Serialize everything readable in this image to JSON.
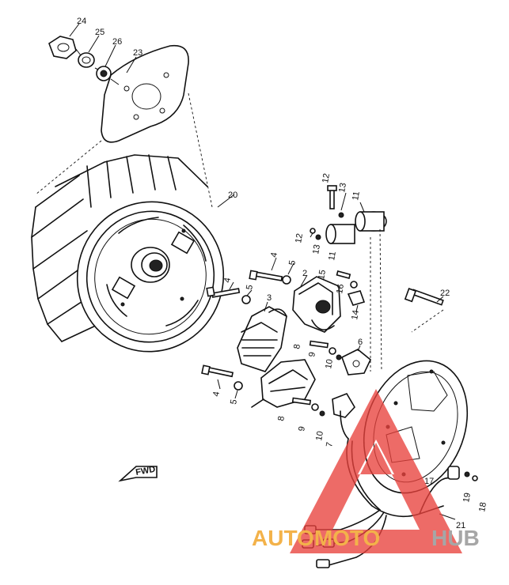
{
  "diagram": {
    "part_labels": [
      {
        "id": "lbl-24",
        "text": "24"
      },
      {
        "id": "lbl-25",
        "text": "25"
      },
      {
        "id": "lbl-26",
        "text": "26"
      },
      {
        "id": "lbl-23",
        "text": "23"
      },
      {
        "id": "lbl-20",
        "text": "20"
      },
      {
        "id": "lbl-12a",
        "text": "12"
      },
      {
        "id": "lbl-13a",
        "text": "13"
      },
      {
        "id": "lbl-11a",
        "text": "11"
      },
      {
        "id": "lbl-12b",
        "text": "12"
      },
      {
        "id": "lbl-13b",
        "text": "13"
      },
      {
        "id": "lbl-11b",
        "text": "11"
      },
      {
        "id": "lbl-4a",
        "text": "4"
      },
      {
        "id": "lbl-5a",
        "text": "5"
      },
      {
        "id": "lbl-2",
        "text": "2"
      },
      {
        "id": "lbl-4b",
        "text": "4"
      },
      {
        "id": "lbl-5b",
        "text": "5"
      },
      {
        "id": "lbl-3",
        "text": "3"
      },
      {
        "id": "lbl-15",
        "text": "15"
      },
      {
        "id": "lbl-16",
        "text": "16"
      },
      {
        "id": "lbl-14",
        "text": "14"
      },
      {
        "id": "lbl-22",
        "text": "22"
      },
      {
        "id": "lbl-8a",
        "text": "8"
      },
      {
        "id": "lbl-9a",
        "text": "9"
      },
      {
        "id": "lbl-10a",
        "text": "10"
      },
      {
        "id": "lbl-6",
        "text": "6"
      },
      {
        "id": "lbl-4c",
        "text": "4"
      },
      {
        "id": "lbl-5c",
        "text": "5"
      },
      {
        "id": "lbl-8b",
        "text": "8"
      },
      {
        "id": "lbl-9b",
        "text": "9"
      },
      {
        "id": "lbl-10b",
        "text": "10"
      },
      {
        "id": "lbl-7",
        "text": "7"
      },
      {
        "id": "lbl-17",
        "text": "17"
      },
      {
        "id": "lbl-19",
        "text": "19"
      },
      {
        "id": "lbl-18",
        "text": "18"
      },
      {
        "id": "lbl-21",
        "text": "21"
      }
    ],
    "direction_marker": "FWD"
  },
  "watermark": {
    "part1": "AUTOMOTO",
    "part2": "HUB",
    "color_triangle": "#e8413c",
    "color_text1": "#f3b24a",
    "color_text2": "#a6a6a6"
  }
}
